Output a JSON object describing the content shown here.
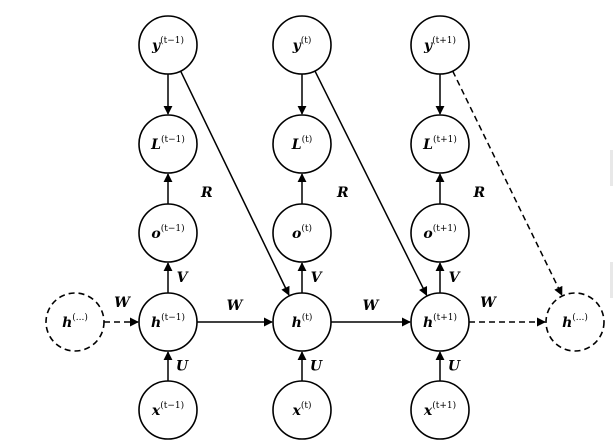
{
  "nodes": [
    {
      "id": "y_tm1",
      "base": "y",
      "sup": "(t−1)",
      "style": "solid"
    },
    {
      "id": "y_t",
      "base": "y",
      "sup": "(t)",
      "style": "solid"
    },
    {
      "id": "y_tp1",
      "base": "y",
      "sup": "(t+1)",
      "style": "solid"
    },
    {
      "id": "L_tm1",
      "base": "L",
      "sup": "(t−1)",
      "style": "solid"
    },
    {
      "id": "L_t",
      "base": "L",
      "sup": "(t)",
      "style": "solid"
    },
    {
      "id": "L_tp1",
      "base": "L",
      "sup": "(t+1)",
      "style": "solid"
    },
    {
      "id": "o_tm1",
      "base": "o",
      "sup": "(t−1)",
      "style": "solid"
    },
    {
      "id": "o_t",
      "base": "o",
      "sup": "(t)",
      "style": "solid"
    },
    {
      "id": "o_tp1",
      "base": "o",
      "sup": "(t+1)",
      "style": "solid"
    },
    {
      "id": "h_prev",
      "base": "h",
      "sup": "(...)",
      "style": "dashed"
    },
    {
      "id": "h_tm1",
      "base": "h",
      "sup": "(t−1)",
      "style": "solid"
    },
    {
      "id": "h_t",
      "base": "h",
      "sup": "(t)",
      "style": "solid"
    },
    {
      "id": "h_tp1",
      "base": "h",
      "sup": "(t+1)",
      "style": "solid"
    },
    {
      "id": "h_next",
      "base": "h",
      "sup": "(...)",
      "style": "dashed"
    },
    {
      "id": "x_tm1",
      "base": "x",
      "sup": "(t−1)",
      "style": "solid"
    },
    {
      "id": "x_t",
      "base": "x",
      "sup": "(t)",
      "style": "solid"
    },
    {
      "id": "x_tp1",
      "base": "x",
      "sup": "(t+1)",
      "style": "solid"
    }
  ],
  "edges": [
    {
      "from": "y_tm1",
      "to": "L_tm1",
      "label": "",
      "style": "solid"
    },
    {
      "from": "y_t",
      "to": "L_t",
      "label": "",
      "style": "solid"
    },
    {
      "from": "y_tp1",
      "to": "L_tp1",
      "label": "",
      "style": "solid"
    },
    {
      "from": "o_tm1",
      "to": "L_tm1",
      "label": "",
      "style": "solid"
    },
    {
      "from": "o_t",
      "to": "L_t",
      "label": "",
      "style": "solid"
    },
    {
      "from": "o_tp1",
      "to": "L_tp1",
      "label": "",
      "style": "solid"
    },
    {
      "from": "h_tm1",
      "to": "o_tm1",
      "label": "V",
      "style": "solid"
    },
    {
      "from": "h_t",
      "to": "o_t",
      "label": "V",
      "style": "solid"
    },
    {
      "from": "h_tp1",
      "to": "o_tp1",
      "label": "V",
      "style": "solid"
    },
    {
      "from": "x_tm1",
      "to": "h_tm1",
      "label": "U",
      "style": "solid"
    },
    {
      "from": "x_t",
      "to": "h_t",
      "label": "U",
      "style": "solid"
    },
    {
      "from": "x_tp1",
      "to": "h_tp1",
      "label": "U",
      "style": "solid"
    },
    {
      "from": "h_prev",
      "to": "h_tm1",
      "label": "W",
      "style": "dashed"
    },
    {
      "from": "h_tm1",
      "to": "h_t",
      "label": "W",
      "style": "solid"
    },
    {
      "from": "h_t",
      "to": "h_tp1",
      "label": "W",
      "style": "solid"
    },
    {
      "from": "h_tp1",
      "to": "h_next",
      "label": "W",
      "style": "dashed"
    },
    {
      "from": "y_tm1",
      "to": "h_t",
      "label": "R",
      "style": "solid"
    },
    {
      "from": "y_t",
      "to": "h_tp1",
      "label": "R",
      "style": "solid"
    },
    {
      "from": "y_tp1",
      "to": "h_next",
      "label": "R",
      "style": "dashed"
    }
  ]
}
